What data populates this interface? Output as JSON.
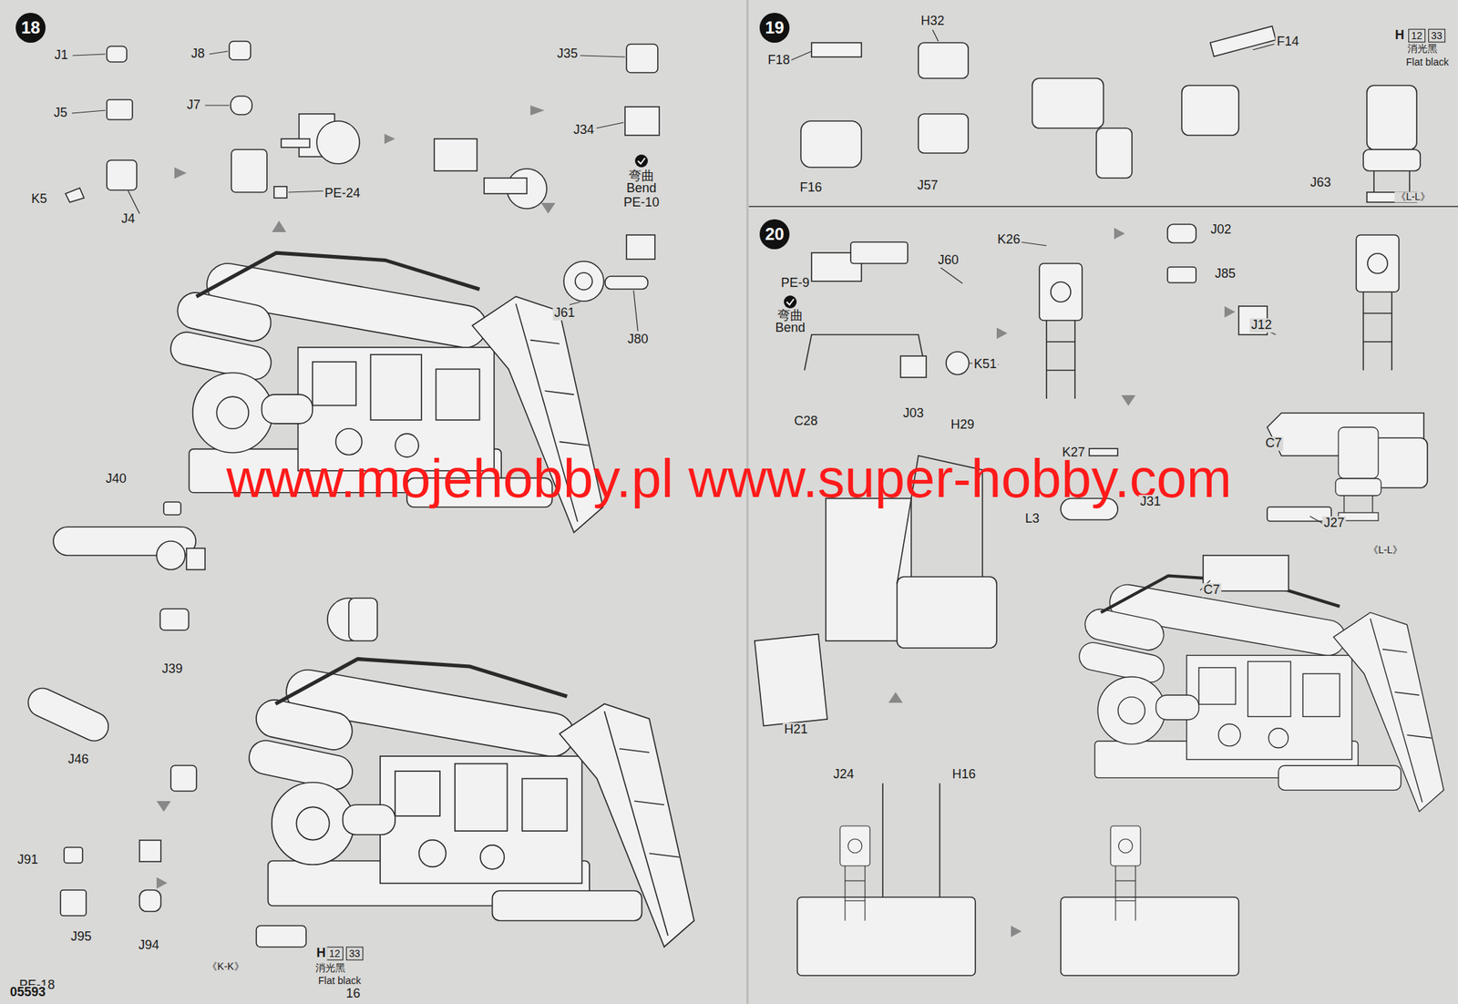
{
  "diagram": {
    "nodes": [
      {
        "text": [
          "18"
        ]
      },
      {
        "text": [
          "12"
        ]
      },
      {
        "text": [
          "33"
        ]
      },
      {
        "text": [
          "19"
        ]
      },
      {
        "text": [
          "12"
        ]
      },
      {
        "text": [
          "33"
        ]
      },
      {
        "text": [
          "20"
        ]
      }
    ],
    "labels": [
      "J1",
      "J5",
      "K5",
      "J4",
      "J8",
      "J7",
      "PE-24",
      "J35",
      "J34",
      "弯曲",
      "Bend",
      "PE-10",
      "J61",
      "J80",
      "J40",
      "J39",
      "J46",
      "J91",
      "J95",
      "PE-18",
      "J94",
      "《K-K》",
      "H",
      "消光黑",
      "Flat black",
      "05593",
      "16",
      "www.mojehobby.pl www.super-hobby.com",
      "F18",
      "H32",
      "F14",
      "F16",
      "J57",
      "H",
      "消光黑",
      "Flat black",
      "J63",
      "《L-L》",
      "J60",
      "PE-9",
      "弯曲",
      "Bend",
      "C28",
      "J03",
      "K51",
      "K26",
      "J02",
      "J85",
      "J12",
      "C7",
      "H29",
      "K27",
      "L3",
      "J31",
      "J27",
      "C7",
      "《L-L》",
      "H21",
      "J24",
      "H16"
    ]
  }
}
